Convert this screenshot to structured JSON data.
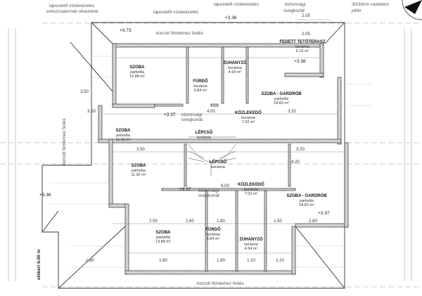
{
  "annotations": {
    "roof_drain_left": "lapostető vízelvezetés",
    "gutter_drain": "ereszcsatornán elvezetve",
    "roof_drain_mid": "lapostető vízelvezetés",
    "roof_drain_top": "lapostető vízelvezetés",
    "railing_top_1": "biztonsági",
    "railing_top_2": "üvegkorlát",
    "pillar_1": "30/30cm vasbeton",
    "pillar_2": "pillér",
    "roofing_top": "korcolt fémlemez fedés",
    "roofing_left": "korcolt fémlemez fedés",
    "roofing_bottom": "korcolt fémlemez fedés",
    "front_garden": "előkert 6.00 m"
  },
  "elevations": [
    "+3.73",
    "+3.36",
    "+3.38",
    "+3.37",
    "+3.37",
    "+3.37",
    "+3.36"
  ],
  "rooms": [
    {
      "name": "SZOBA",
      "floor": "parketta",
      "area": "15.88 m²"
    },
    {
      "name": "FÜRDŐ",
      "floor": "kerámia",
      "area": "6.84 m²"
    },
    {
      "name": "ZUHANYZÓ",
      "floor": "kerámia",
      "area": "4.94 m²"
    },
    {
      "name": "FEDETT TETŐTERASZ",
      "floor": "kerámia",
      "area": "6.16 m²"
    },
    {
      "name": "SZOBA - GARDRÓB",
      "floor": "parketta",
      "area": "18.82 m²"
    },
    {
      "name": "KÖZLEKEDŐ",
      "floor": "kerámia",
      "area": "7.02 m²"
    },
    {
      "name": "LÉPCSŐ",
      "floor": "kerámia",
      "area": ""
    },
    {
      "name": "SZOBA",
      "floor": "parketta",
      "area": "11.92 m²"
    },
    {
      "name": "SZOBA",
      "floor": "parketta",
      "area": "11.92 m²"
    },
    {
      "name": "LÉPCSŐ",
      "floor": "kerámia",
      "area": ""
    },
    {
      "name": "KÖZLEKEDŐ",
      "floor": "kerámia",
      "area": "7.02 m²"
    },
    {
      "name": "SZOBA - GARDRÓB",
      "floor": "parketta",
      "area": "18.82 m²"
    },
    {
      "name": "SZOBA",
      "floor": "parketta",
      "area": "13.88 m²"
    },
    {
      "name": "FÜRDŐ",
      "floor": "kerámia",
      "area": "6.84 m²"
    },
    {
      "name": "ZUHANYZÓ",
      "floor": "kerámia",
      "area": "4.94 m²"
    }
  ],
  "railings": [
    {
      "l1": "biztonsági",
      "l2": "üvegkorlát"
    },
    {
      "l1": "biztonsági",
      "l2": "üvegkorlát"
    }
  ],
  "dimensions": [
    "2.05",
    "2.05",
    "3.50",
    "4.00",
    "3.20",
    "3.50",
    "6.00",
    "3.20",
    "2.50",
    "1.60",
    "1.80",
    "1.50",
    "2.60",
    "1.80",
    "1.60",
    "1.80",
    "1.10",
    "1.10",
    "3.50",
    "4.20"
  ]
}
